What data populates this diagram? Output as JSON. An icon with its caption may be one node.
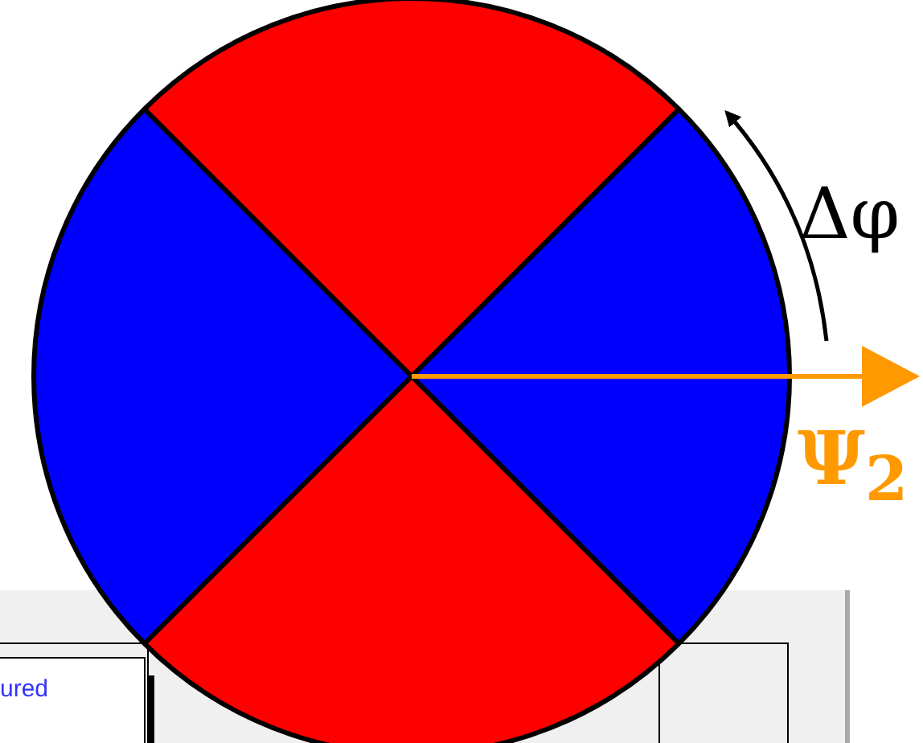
{
  "diagram": {
    "labels": [
      "Δφ",
      "Ψ$_{2}$",
      "ured"
    ]
  }
}
